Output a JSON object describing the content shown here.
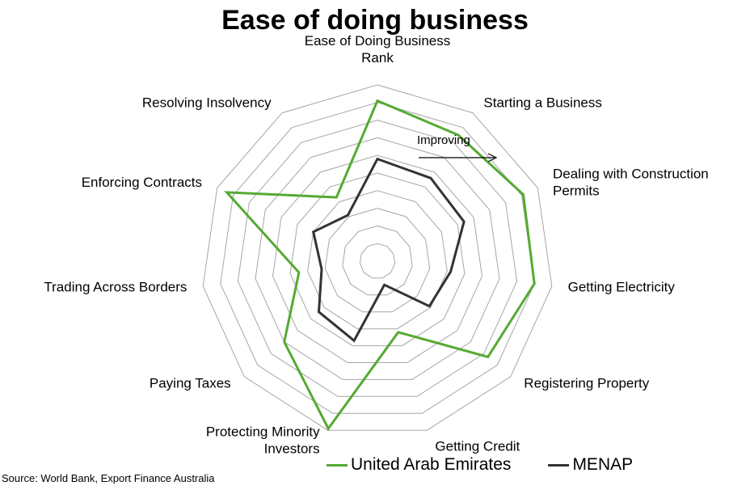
{
  "chart_data": {
    "type": "radar",
    "title": "Ease of doing business",
    "categories": [
      "Ease of Doing Business Rank",
      "Starting a Business",
      "Dealing with Construction Permits",
      "Getting Electricity",
      "Registering Property",
      "Getting Credit",
      "Protecting Minority Investors",
      "Paying Taxes",
      "Trading Across Borders",
      "Enforcing Contracts",
      "Resolving Insolvency"
    ],
    "category_lines": [
      [
        "Ease of Doing Business",
        "Rank"
      ],
      [
        "Starting a Business"
      ],
      [
        "Dealing with Construction",
        "Permits"
      ],
      [
        "Getting Electricity"
      ],
      [
        "Registering Property"
      ],
      [
        "Getting Credit"
      ],
      [
        "Protecting Minority",
        "Investors"
      ],
      [
        "Paying Taxes"
      ],
      [
        "Trading Across Borders"
      ],
      [
        "Enforcing Contracts"
      ],
      [
        "Resolving Insolvency"
      ]
    ],
    "rlim": [
      0,
      10
    ],
    "grid_levels": 10,
    "series": [
      {
        "name": "United Arab Emirates",
        "color": "#55AA33",
        "values": [
          9.1,
          8.5,
          9.1,
          9.0,
          8.3,
          4.2,
          9.9,
          7.0,
          4.5,
          9.4,
          4.3
        ]
      },
      {
        "name": "MENAP",
        "color": "#333333",
        "values": [
          5.8,
          5.6,
          5.4,
          4.2,
          3.9,
          1.4,
          4.7,
          4.4,
          3.2,
          4.0,
          3.1
        ]
      }
    ],
    "annotation": "Improving",
    "legend_position": "bottom"
  },
  "source": "Source: World Bank, Export Finance Australia"
}
